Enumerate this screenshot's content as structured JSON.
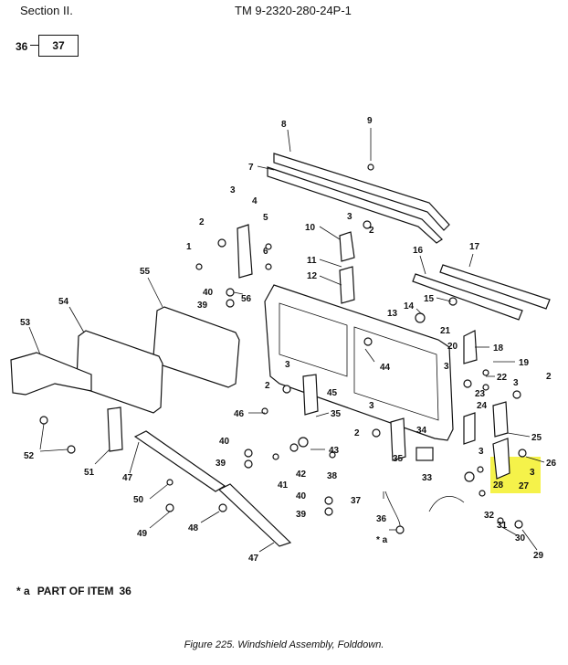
{
  "header": {
    "section": "Section II.",
    "tm_number": "TM 9-2320-280-24P-1"
  },
  "nav": {
    "from": "36",
    "to": "37"
  },
  "callouts": {
    "c1": "1",
    "c2a": "2",
    "c2b": "2",
    "c2c": "2",
    "c2d": "2",
    "c2e": "2",
    "c3a": "3",
    "c3b": "3",
    "c3c": "3",
    "c3d": "3",
    "c3e": "3",
    "c3f": "3",
    "c3g": "3",
    "c3h": "3",
    "c4": "4",
    "c5": "5",
    "c6": "6",
    "c7": "7",
    "c8": "8",
    "c9": "9",
    "c10": "10",
    "c11": "11",
    "c12": "12",
    "c13": "13",
    "c14": "14",
    "c15": "15",
    "c16": "16",
    "c17": "17",
    "c18": "18",
    "c19": "19",
    "c20": "20",
    "c21": "21",
    "c22": "22",
    "c23": "23",
    "c24": "24",
    "c25": "25",
    "c26": "26",
    "c27": "27",
    "c28": "28",
    "c29": "29",
    "c30": "30",
    "c31": "31",
    "c32": "32",
    "c33": "33",
    "c34": "34",
    "c35a": "35",
    "c35b": "35",
    "c36": "36",
    "c37": "37",
    "c38": "38",
    "c39a": "39",
    "c39b": "39",
    "c39c": "39",
    "c40a": "40",
    "c40b": "40",
    "c40c": "40",
    "c41": "41",
    "c42": "42",
    "c43": "43",
    "c44": "44",
    "c45": "45",
    "c46": "46",
    "c47a": "47",
    "c47b": "47",
    "c48": "48",
    "c49": "49",
    "c50": "50",
    "c51": "51",
    "c52": "52",
    "c53": "53",
    "c54": "54",
    "c55": "55",
    "c56": "56",
    "star_a": "* a"
  },
  "highlight": {
    "color": "#f5f24a"
  },
  "note": {
    "symbol": "* a",
    "text": "PART OF ITEM",
    "item": "36"
  },
  "caption": "Figure 225.  Windshield Assembly, Folddown."
}
